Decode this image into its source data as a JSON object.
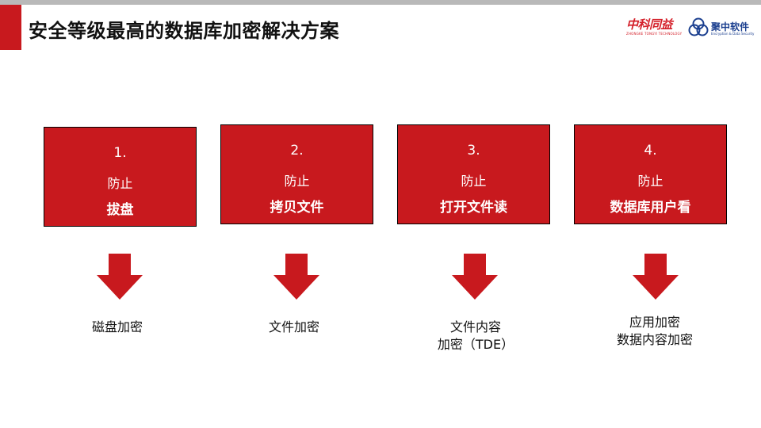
{
  "slide": {
    "title": "安全等级最高的数据库加密解决方案",
    "colors": {
      "accent": "#c8191e",
      "top_bar": "#b9b9b9"
    }
  },
  "logos": {
    "zhongke": {
      "text": "中科同益",
      "sub": "ZHONGKE TONGYI TECHNOLOGY"
    },
    "juzhong": {
      "text": "聚中软件",
      "sub": "Encryption & Data Security",
      "icon": "triple-ring-icon"
    }
  },
  "steps": [
    {
      "num": "1.",
      "verb": "防止",
      "obj": "拔盘",
      "result_lines": [
        "磁盘加密"
      ]
    },
    {
      "num": "2.",
      "verb": "防止",
      "obj": "拷贝文件",
      "result_lines": [
        "文件加密"
      ]
    },
    {
      "num": "3.",
      "verb": "防止",
      "obj": "打开文件读",
      "result_lines": [
        "文件内容",
        "加密（TDE）"
      ]
    },
    {
      "num": "4.",
      "verb": "防止",
      "obj": "数据库用户看",
      "result_lines": [
        "应用加密",
        "数据内容加密"
      ]
    }
  ]
}
